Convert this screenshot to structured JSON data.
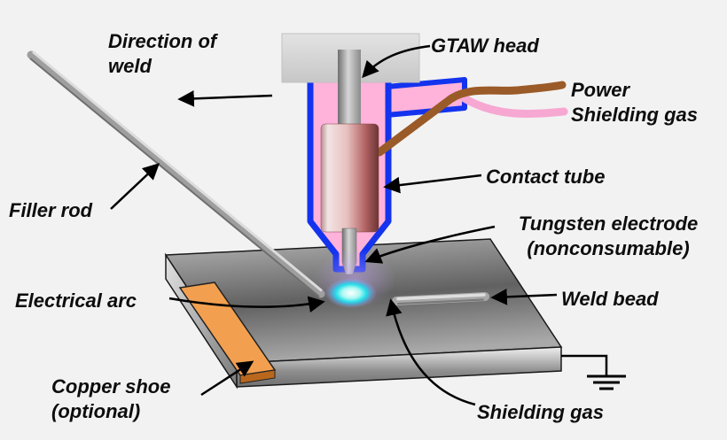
{
  "labels": {
    "direction_of_weld": "Direction of weld",
    "gtaw_head": "GTAW head",
    "power": "Power",
    "shielding_gas_supply": "Shielding gas",
    "contact_tube": "Contact tube",
    "tungsten_electrode": "Tungsten electrode (nonconsumable)",
    "weld_bead": "Weld bead",
    "filler_rod": "Filler rod",
    "electrical_arc": "Electrical arc",
    "copper_shoe": "Copper shoe (optional)",
    "shielding_gas_flow": "Shielding gas"
  },
  "colors": {
    "torch_outline_blue": "#1433ee",
    "nozzle_pink": "#ffb2da",
    "power_wire_brown": "#9a5b28",
    "gas_hose_pink": "#f6a8d2",
    "copper_shoe_orange": "#f2a050",
    "arc_cyan": "#25dde8",
    "arc_glow_lavender": "#b9a0e8",
    "background": "#f2f2f2"
  }
}
